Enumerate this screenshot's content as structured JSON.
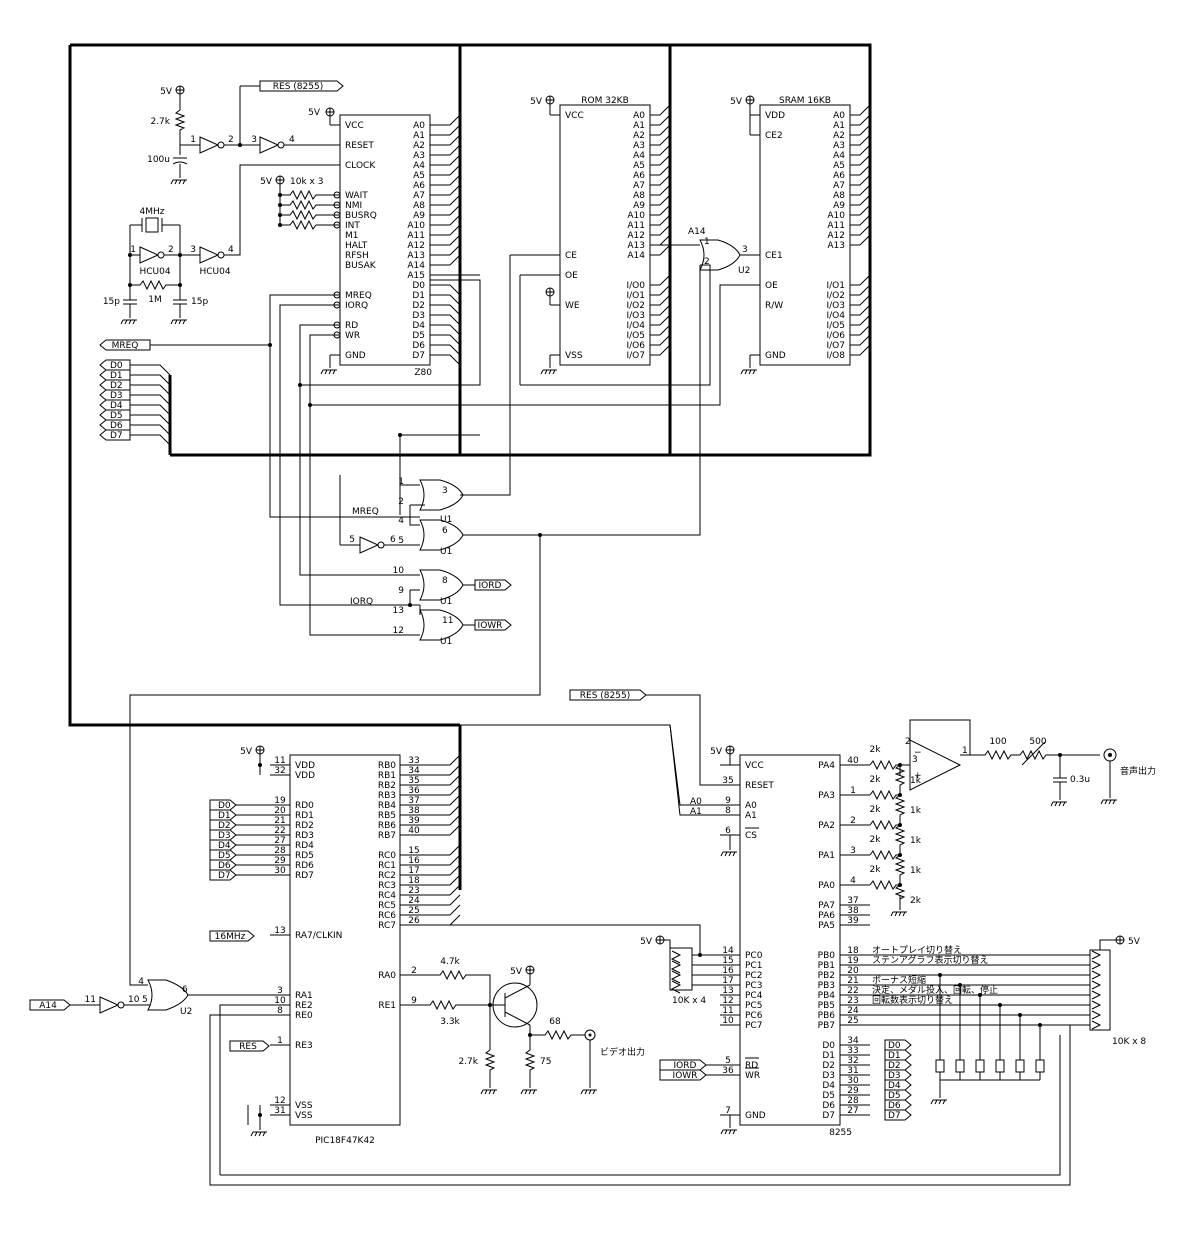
{
  "z80": {
    "part": "Z80",
    "left_pins": [
      "VCC",
      "RESET",
      "CLOCK",
      "WAIT",
      "NMI",
      "BUSRQ",
      "INT",
      "M1",
      "HALT",
      "RFSH",
      "BUSAK",
      "MREQ",
      "IORQ",
      "RD",
      "WR",
      "GND"
    ],
    "right_pins": [
      "A0",
      "A1",
      "A2",
      "A3",
      "A4",
      "A5",
      "A6",
      "A7",
      "A8",
      "A9",
      "A10",
      "A11",
      "A12",
      "A13",
      "A14",
      "A15",
      "D0",
      "D1",
      "D2",
      "D3",
      "D4",
      "D5",
      "D6",
      "D7"
    ]
  },
  "rom": {
    "title": "ROM 32KB",
    "left_pins": [
      "VCC",
      "CE",
      "OE",
      "WE",
      "VSS"
    ],
    "right_pins": [
      "A0",
      "A1",
      "A2",
      "A3",
      "A4",
      "A5",
      "A6",
      "A7",
      "A8",
      "A9",
      "A10",
      "A11",
      "A12",
      "A13",
      "A14",
      "I/O0",
      "I/O1",
      "I/O2",
      "I/O3",
      "I/O4",
      "I/O5",
      "I/O6",
      "I/O7"
    ]
  },
  "sram": {
    "title": "SRAM 16KB",
    "left_pins": [
      "VDD",
      "CE2",
      "CE1",
      "OE",
      "R/W",
      "GND"
    ],
    "right_pins": [
      "A0",
      "A1",
      "A2",
      "A3",
      "A4",
      "A5",
      "A6",
      "A7",
      "A8",
      "A9",
      "A10",
      "A11",
      "A12",
      "A13",
      "I/O1",
      "I/O2",
      "I/O3",
      "I/O4",
      "I/O5",
      "I/O6",
      "I/O7",
      "I/O8"
    ]
  },
  "pic": {
    "part": "PIC18F47K42",
    "left": [
      {
        "n": "11",
        "s": "VDD"
      },
      {
        "n": "32",
        "s": "VDD"
      },
      {
        "n": "19",
        "s": "RD0"
      },
      {
        "n": "20",
        "s": "RD1"
      },
      {
        "n": "21",
        "s": "RD2"
      },
      {
        "n": "22",
        "s": "RD3"
      },
      {
        "n": "27",
        "s": "RD4"
      },
      {
        "n": "28",
        "s": "RD5"
      },
      {
        "n": "29",
        "s": "RD6"
      },
      {
        "n": "30",
        "s": "RD7"
      },
      {
        "n": "13",
        "s": "RA7/CLKIN"
      },
      {
        "n": "3",
        "s": "RA1"
      },
      {
        "n": "10",
        "s": "RE2"
      },
      {
        "n": "8",
        "s": "RE0"
      },
      {
        "n": "1",
        "s": "RE3"
      },
      {
        "n": "12",
        "s": "VSS"
      },
      {
        "n": "31",
        "s": "VSS"
      }
    ],
    "right": [
      {
        "n": "33",
        "s": "RB0"
      },
      {
        "n": "34",
        "s": "RB1"
      },
      {
        "n": "35",
        "s": "RB2"
      },
      {
        "n": "36",
        "s": "RB3"
      },
      {
        "n": "37",
        "s": "RB4"
      },
      {
        "n": "38",
        "s": "RB5"
      },
      {
        "n": "39",
        "s": "RB6"
      },
      {
        "n": "40",
        "s": "RB7"
      },
      {
        "n": "15",
        "s": "RC0"
      },
      {
        "n": "16",
        "s": "RC1"
      },
      {
        "n": "17",
        "s": "RC2"
      },
      {
        "n": "18",
        "s": "RC3"
      },
      {
        "n": "23",
        "s": "RC4"
      },
      {
        "n": "24",
        "s": "RC5"
      },
      {
        "n": "25",
        "s": "RC6"
      },
      {
        "n": "26",
        "s": "RC7"
      },
      {
        "n": "2",
        "s": "RA0"
      },
      {
        "n": "9",
        "s": "RE1"
      }
    ]
  },
  "ppi": {
    "part": "8255",
    "left": [
      {
        "n": "",
        "s": "VCC"
      },
      {
        "n": "35",
        "s": "RESET"
      },
      {
        "n": "9",
        "s": "A0"
      },
      {
        "n": "8",
        "s": "A1"
      },
      {
        "n": "6",
        "s": "CS"
      },
      {
        "n": "14",
        "s": "PC0"
      },
      {
        "n": "15",
        "s": "PC1"
      },
      {
        "n": "16",
        "s": "PC2"
      },
      {
        "n": "17",
        "s": "PC3"
      },
      {
        "n": "13",
        "s": "PC4"
      },
      {
        "n": "12",
        "s": "PC5"
      },
      {
        "n": "11",
        "s": "PC6"
      },
      {
        "n": "10",
        "s": "PC7"
      },
      {
        "n": "5",
        "s": "RD"
      },
      {
        "n": "36",
        "s": "WR"
      },
      {
        "n": "7",
        "s": "GND"
      }
    ],
    "right": [
      {
        "n": "40",
        "s": "PA4"
      },
      {
        "n": "1",
        "s": "PA3"
      },
      {
        "n": "2",
        "s": "PA2"
      },
      {
        "n": "3",
        "s": "PA1"
      },
      {
        "n": "4",
        "s": "PA0"
      },
      {
        "n": "37",
        "s": "PA7"
      },
      {
        "n": "38",
        "s": "PA6"
      },
      {
        "n": "39",
        "s": "PA5"
      },
      {
        "n": "18",
        "s": "PB0"
      },
      {
        "n": "19",
        "s": "PB1"
      },
      {
        "n": "20",
        "s": "PB2"
      },
      {
        "n": "21",
        "s": "PB3"
      },
      {
        "n": "22",
        "s": "PB4"
      },
      {
        "n": "23",
        "s": "PB5"
      },
      {
        "n": "24",
        "s": "PB6"
      },
      {
        "n": "25",
        "s": "PB7"
      },
      {
        "n": "34",
        "s": "D0"
      },
      {
        "n": "33",
        "s": "D1"
      },
      {
        "n": "32",
        "s": "D2"
      },
      {
        "n": "31",
        "s": "D3"
      },
      {
        "n": "30",
        "s": "D4"
      },
      {
        "n": "29",
        "s": "D5"
      },
      {
        "n": "28",
        "s": "D6"
      },
      {
        "n": "27",
        "s": "D7"
      }
    ]
  },
  "pb_labels": [
    "オートプレイ切り替え",
    "ステンアグラフ表示切り替え",
    "",
    "ボーナス短縮",
    "決定、メダル投入、回転、停止",
    "回転数表示切り替え"
  ],
  "data_bus": [
    "D0",
    "D1",
    "D2",
    "D3",
    "D4",
    "D5",
    "D6",
    "D7"
  ],
  "labels": {
    "v5": "5V",
    "res8255": "RES (8255)",
    "mreq": "MREQ",
    "iorq": "IORQ",
    "iord": "IORD",
    "iowr": "IOWR",
    "a14": "A14",
    "a0": "A0",
    "a1": "A1",
    "res": "RES",
    "clk16": "16MHz",
    "xtal": "4MHz",
    "hcu04": "HCU04",
    "r27k": "2.7k",
    "c100u": "100u",
    "r10kx3": "10k x 3",
    "c15p": "15p",
    "r1m": "1M",
    "u1": "U1",
    "u2": "U2",
    "r47k": "4.7k",
    "r33k": "3.3k",
    "r68": "68",
    "r75": "75",
    "video": "ビデオ出力",
    "r10kx4": "10K x 4",
    "r10kx8": "10K x 8",
    "r2k": "2k",
    "r1k": "1k",
    "r100": "100",
    "r500": "500",
    "c03u": "0.3u",
    "audio": "音声出力"
  }
}
